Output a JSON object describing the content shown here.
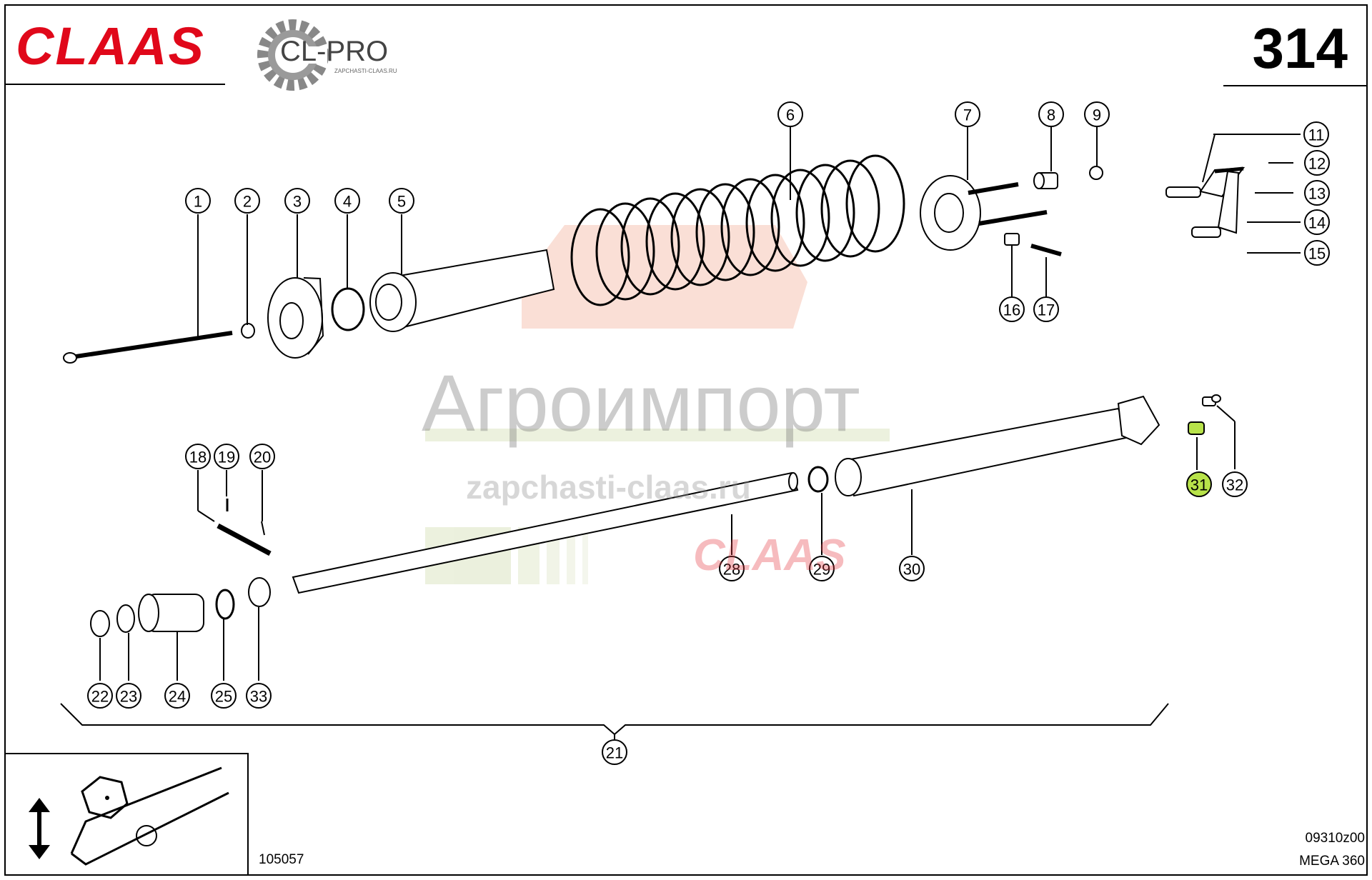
{
  "header": {
    "brand": "CLAAS",
    "dealer_logo": "CL-PRO",
    "dealer_logo_subtitle": "ZAPCHASTI-CLAAS.RU",
    "page_number": "314"
  },
  "watermark": {
    "main": "Агроимпорт",
    "site": "zapchasti-claas.ru",
    "brand": "CLAAS"
  },
  "footer": {
    "drawing_number": "105057",
    "image_code": "09310z00",
    "model": "MEGA 360"
  },
  "callouts": [
    "1",
    "2",
    "3",
    "4",
    "5",
    "6",
    "7",
    "8",
    "9",
    "11",
    "12",
    "13",
    "14",
    "15",
    "16",
    "17",
    "18",
    "19",
    "20",
    "21",
    "22",
    "23",
    "24",
    "25",
    "28",
    "29",
    "30",
    "31",
    "32",
    "33"
  ],
  "callout_styles": {
    "highlighted": "31",
    "highlight_color": "#b8e34a",
    "red_labels": [
      "28",
      "29"
    ],
    "red_color": "#c8102e"
  },
  "icons": [
    "gear-icon",
    "up-down-arrow-icon",
    "hexagon-nut-icon"
  ]
}
